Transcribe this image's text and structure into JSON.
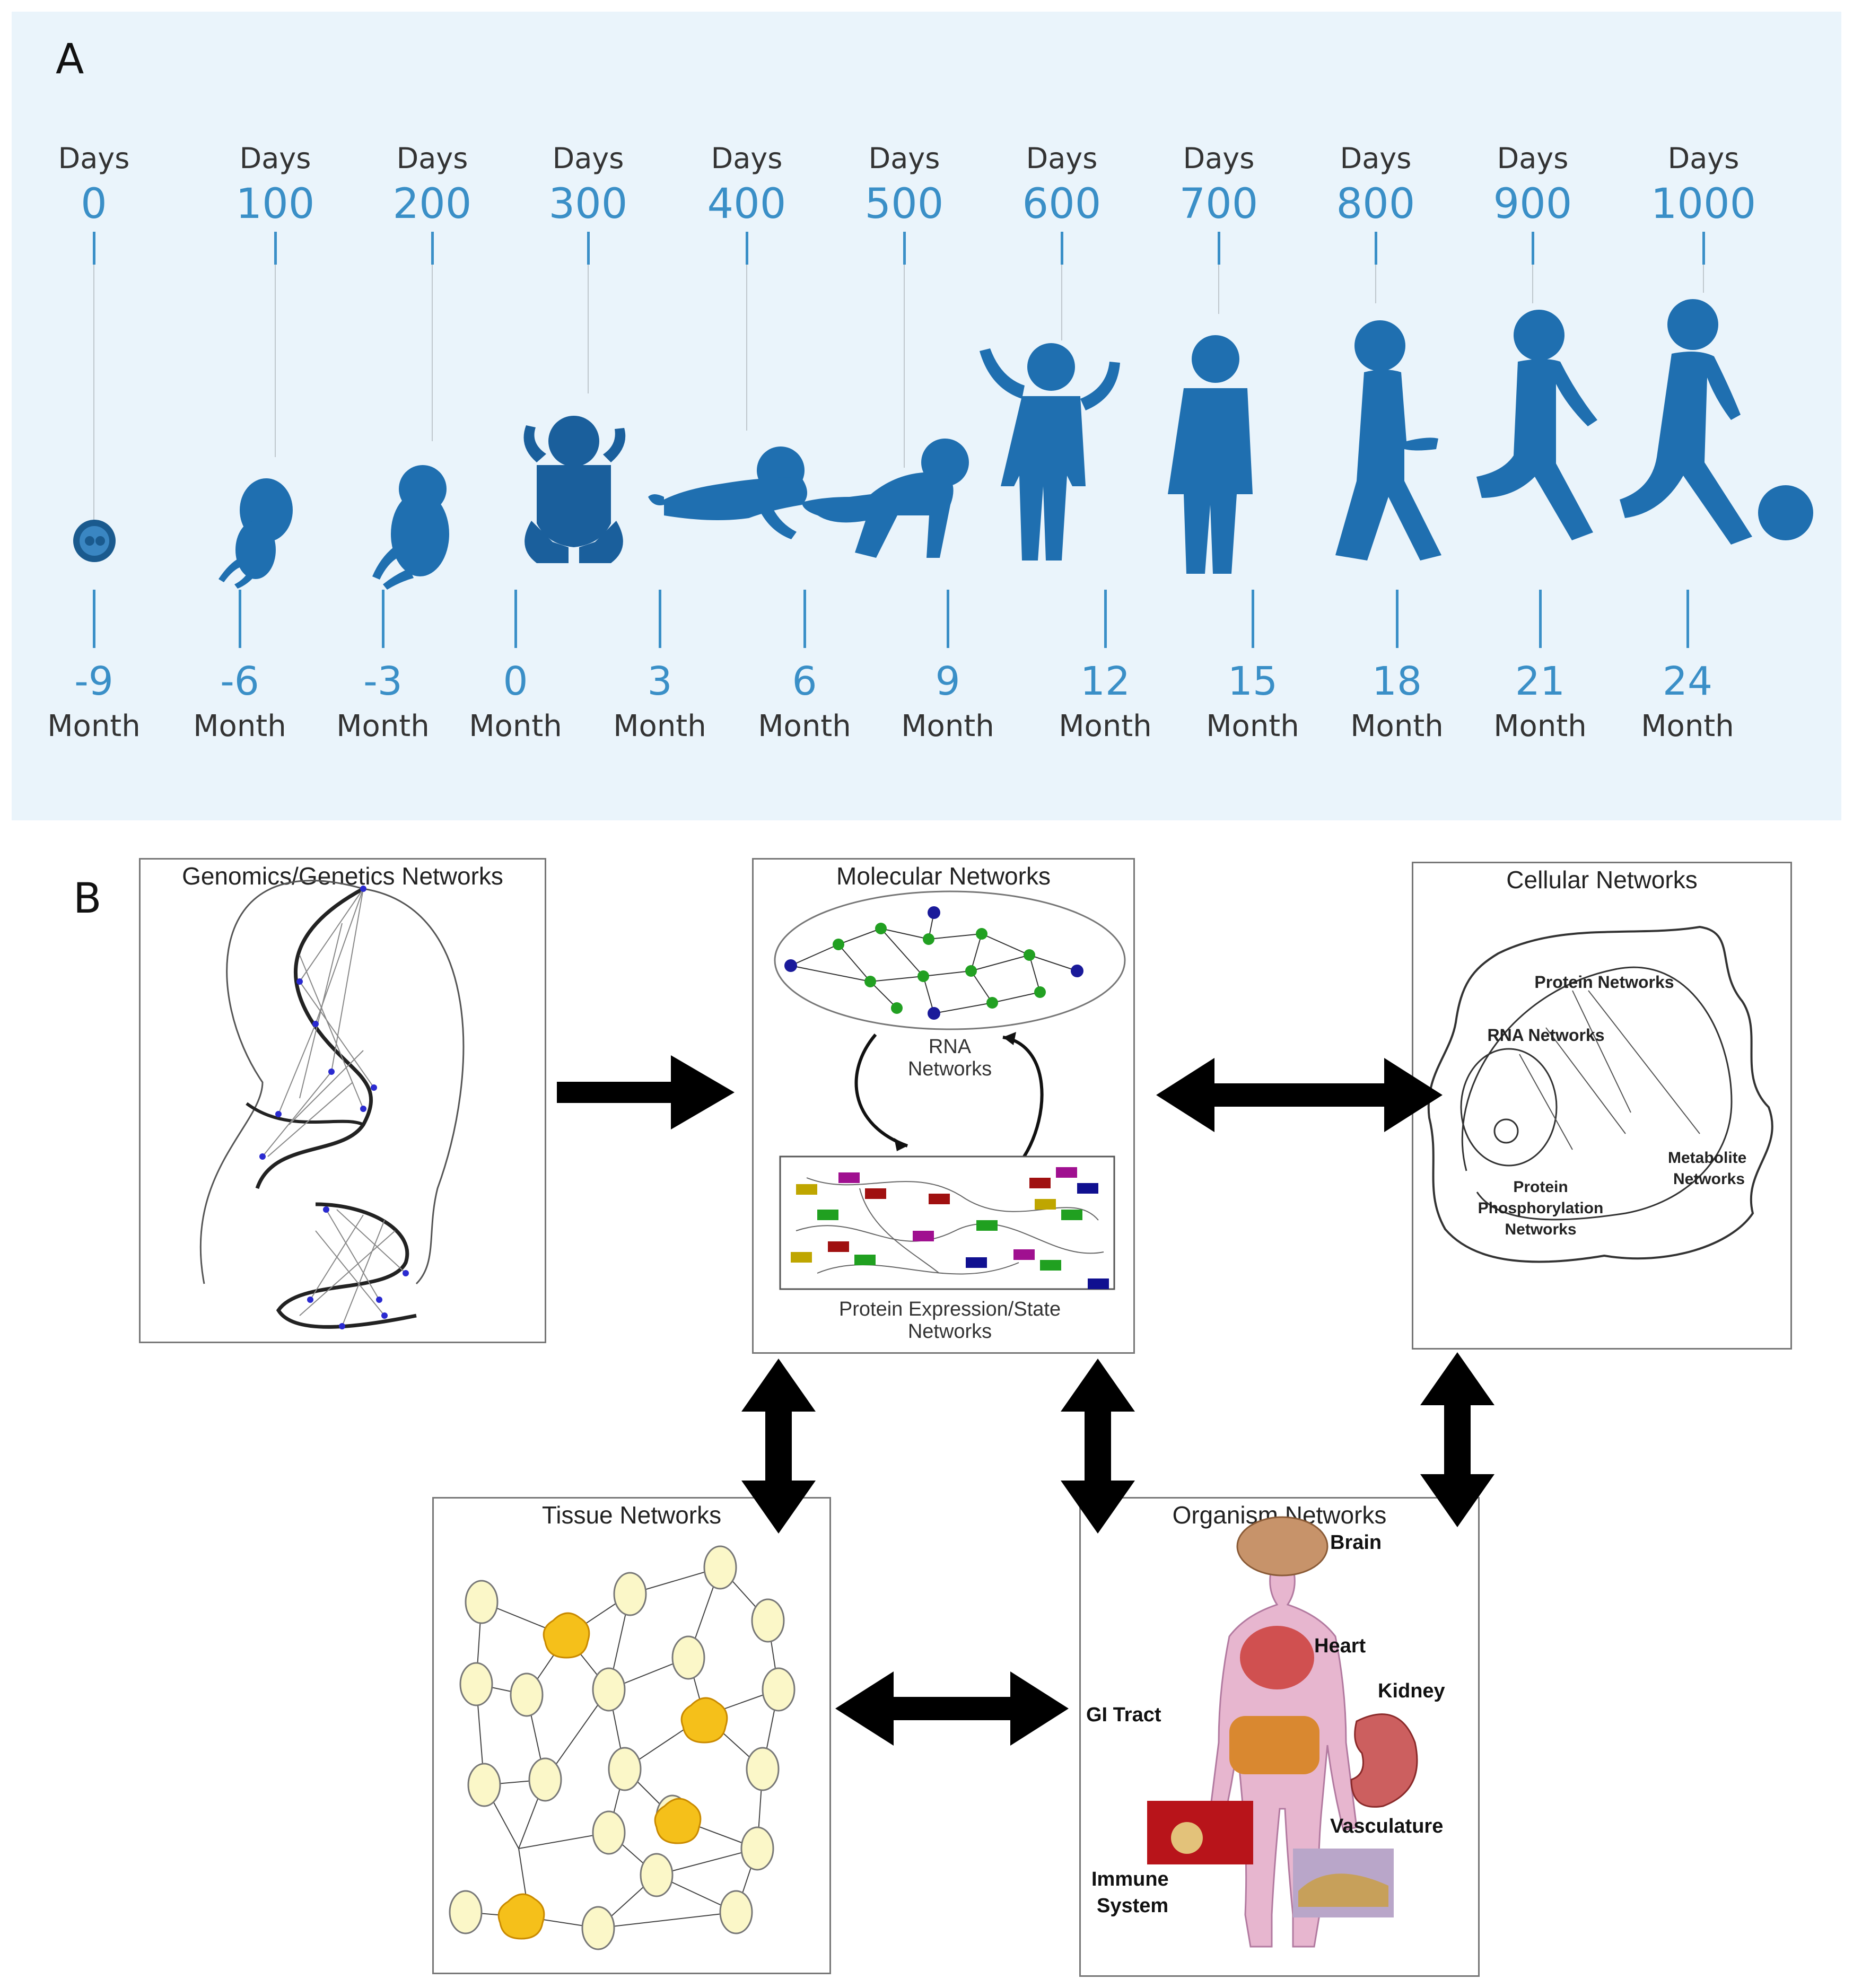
{
  "panel_a": {
    "label": "A",
    "days_word": "Days",
    "days": [
      "0",
      "100",
      "200",
      "300",
      "400",
      "500",
      "600",
      "700",
      "800",
      "900",
      "1000"
    ],
    "months": [
      "-9",
      "-6",
      "-3",
      "0",
      "3",
      "6",
      "9",
      "12",
      "15",
      "18",
      "21",
      "24"
    ],
    "month_word": "Month",
    "colors": {
      "figure": "#1f6fb0",
      "text_blue": "#3a8fc7",
      "background": "#eaf4fb"
    }
  },
  "panel_b": {
    "label": "B",
    "genomics": {
      "title": "Genomics/Genetics Networks"
    },
    "molecular": {
      "title": "Molecular Networks",
      "rna": "RNA\nNetworks",
      "protein": "Protein Expression/State\nNetworks"
    },
    "cellular": {
      "title": "Cellular Networks",
      "protein_networks": "Protein Networks",
      "rna_networks": "RNA Networks",
      "metabolite": "Metabolite\nNetworks",
      "phospho": "Protein\nPhosphorylation\nNetworks"
    },
    "tissue": {
      "title": "Tissue Networks"
    },
    "organism": {
      "title": "Organism Networks",
      "brain": "Brain",
      "heart": "Heart",
      "kidney": "Kidney",
      "gi": "GI Tract",
      "vasculature": "Vasculature",
      "immune": "Immune\nSystem"
    }
  }
}
